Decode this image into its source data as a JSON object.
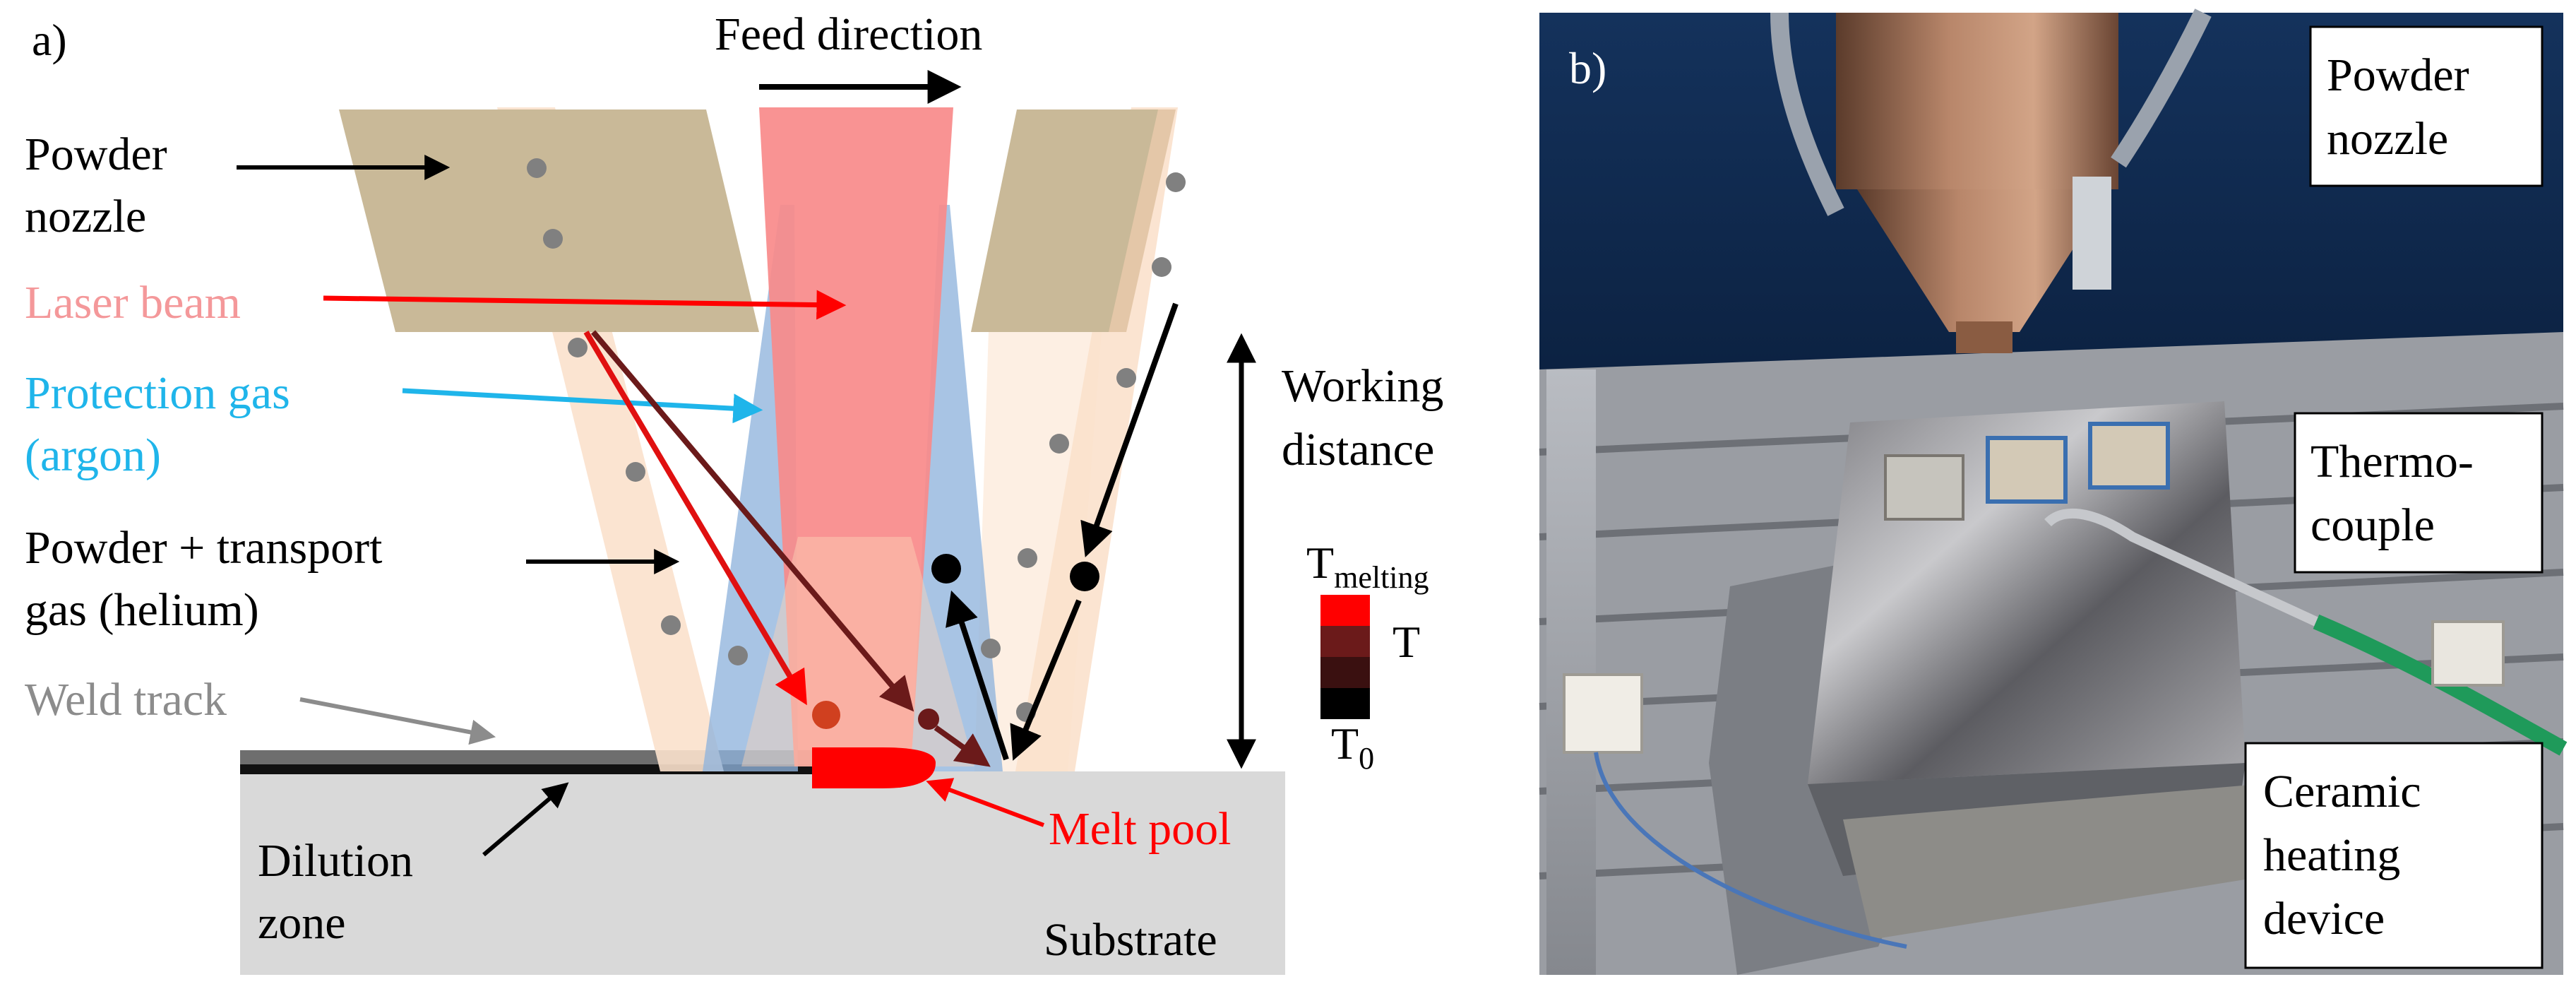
{
  "panel_a": {
    "label": "a)",
    "feed_direction": "Feed direction",
    "powder_nozzle": [
      "Powder",
      "nozzle"
    ],
    "laser_beam": "Laser beam",
    "protection_gas": [
      "Protection gas",
      "(argon)"
    ],
    "powder_transport": [
      "Powder + transport",
      "gas (helium)"
    ],
    "weld_track": "Weld track",
    "dilution_zone": [
      "Dilution",
      "zone"
    ],
    "melt_pool": "Melt pool",
    "substrate": "Substrate",
    "working_distance": [
      "Working",
      "distance"
    ],
    "temperature_scale": {
      "t_melting_base": "T",
      "t_melting_sub": "melting",
      "t": "T",
      "t0_base": "T",
      "t0_sub": "0"
    }
  },
  "panel_b": {
    "label": "b)",
    "powder_nozzle": [
      "Powder",
      "nozzle"
    ],
    "thermocouple": [
      "Thermo-",
      "couple"
    ],
    "ceramic_heating": [
      "Ceramic",
      "heating",
      "device"
    ]
  },
  "colors": {
    "nozzle": "#c9b998",
    "laser": "#f98a8a",
    "protection_gas": "#8fb3dc",
    "powder_stream": "#fbe1cc",
    "laser_label": "#f4989a",
    "protection_label": "#1fb5ea",
    "melt_pool": "#ff0000",
    "weld_track_label": "#8c8c8c",
    "substrate": "#d8d8d8"
  }
}
